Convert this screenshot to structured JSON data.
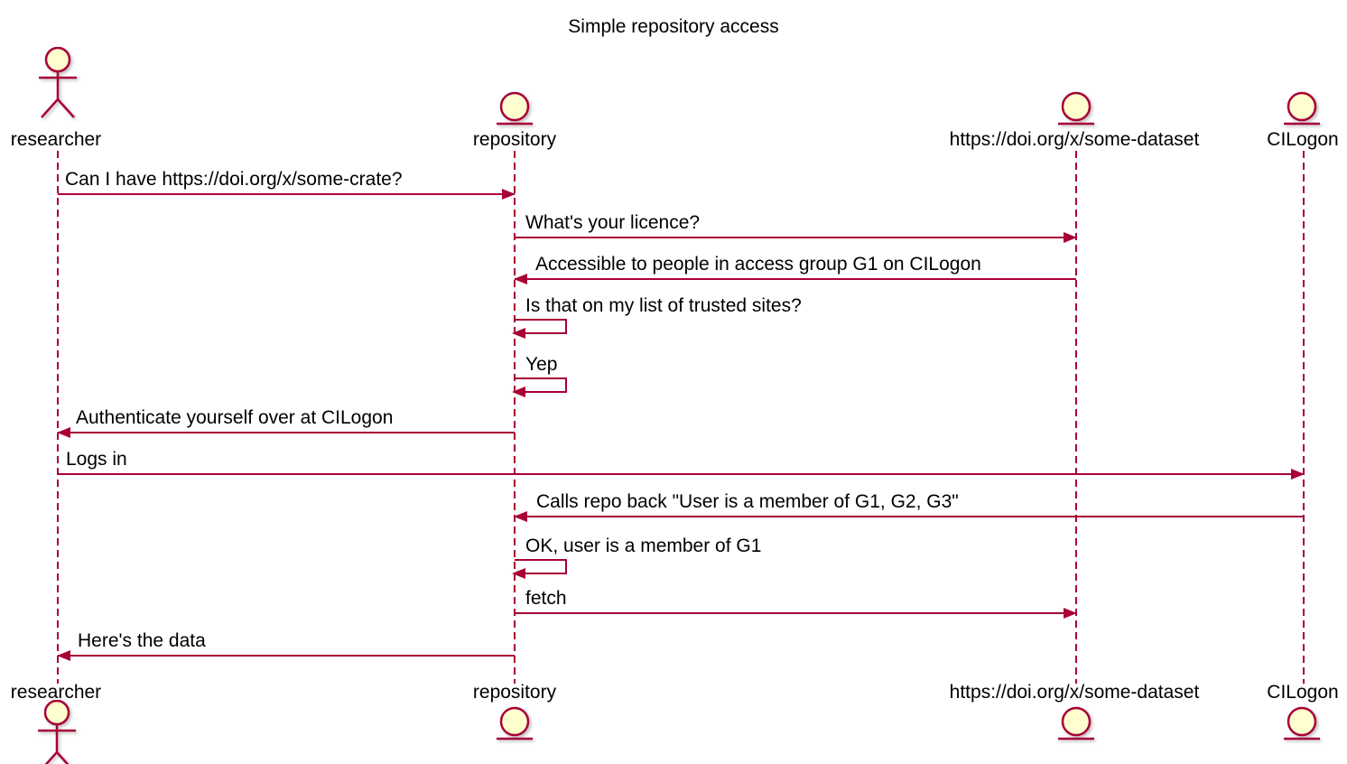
{
  "title": "Simple repository access",
  "colors": {
    "stroke": "#A80036",
    "shape_fill": "#FEFECE",
    "text": "#000000"
  },
  "participants": [
    {
      "name": "researcher",
      "type": "actor",
      "icon": "stick-figure-icon"
    },
    {
      "name": "repository",
      "type": "entity",
      "icon": "circle-underline-icon"
    },
    {
      "name": "https://doi.org/x/some-dataset",
      "type": "entity",
      "icon": "circle-underline-icon"
    },
    {
      "name": "CILogon",
      "type": "entity",
      "icon": "circle-underline-icon"
    }
  ],
  "messages": [
    {
      "from": "researcher",
      "to": "repository",
      "label": "Can I have https://doi.org/x/some-crate?"
    },
    {
      "from": "repository",
      "to": "https://doi.org/x/some-dataset",
      "label": "What's your licence?"
    },
    {
      "from": "https://doi.org/x/some-dataset",
      "to": "repository",
      "label": "Accessible to people in access group G1 on CILogon"
    },
    {
      "from": "repository",
      "to": "repository",
      "label": "Is that on my list of trusted sites?"
    },
    {
      "from": "repository",
      "to": "repository",
      "label": "Yep"
    },
    {
      "from": "repository",
      "to": "researcher",
      "label": "Authenticate yourself over at CILogon"
    },
    {
      "from": "researcher",
      "to": "CILogon",
      "label": "Logs in"
    },
    {
      "from": "CILogon",
      "to": "repository",
      "label": "Calls repo back \"User is a member of G1, G2, G3\""
    },
    {
      "from": "repository",
      "to": "repository",
      "label": "OK, user is a member of G1"
    },
    {
      "from": "repository",
      "to": "https://doi.org/x/some-dataset",
      "label": "fetch"
    },
    {
      "from": "repository",
      "to": "researcher",
      "label": "Here's the data"
    }
  ]
}
